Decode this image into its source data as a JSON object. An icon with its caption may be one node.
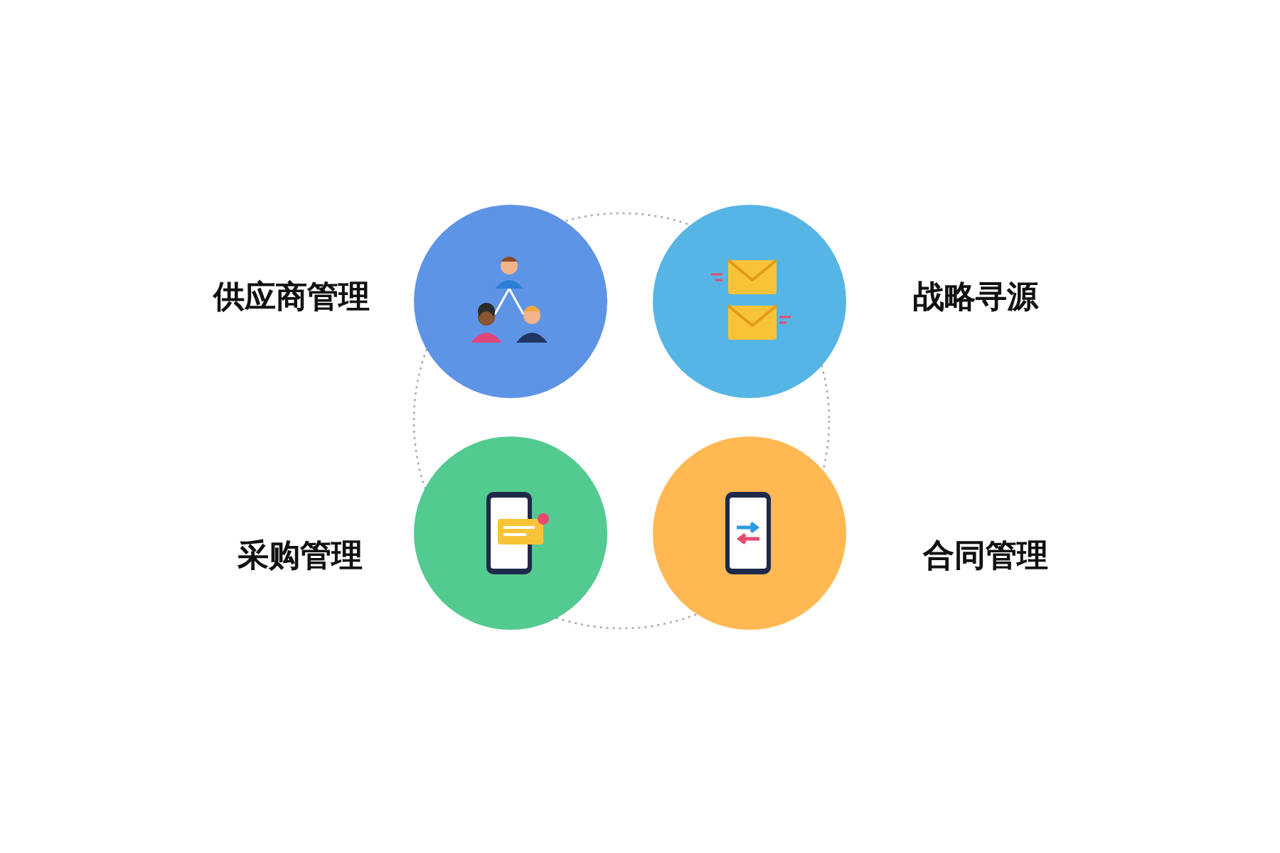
{
  "diagram": {
    "nodes": [
      {
        "text": [],
        "shape": "circle",
        "beside": [
          "供应商管理"
        ]
      },
      {
        "text": [],
        "shape": "circle",
        "beside": [
          "战略寻源"
        ]
      },
      {
        "text": [],
        "shape": "circle",
        "beside": [
          "采购管理"
        ]
      },
      {
        "text": [],
        "shape": "circle",
        "beside": [
          "合同管理"
        ]
      }
    ]
  }
}
